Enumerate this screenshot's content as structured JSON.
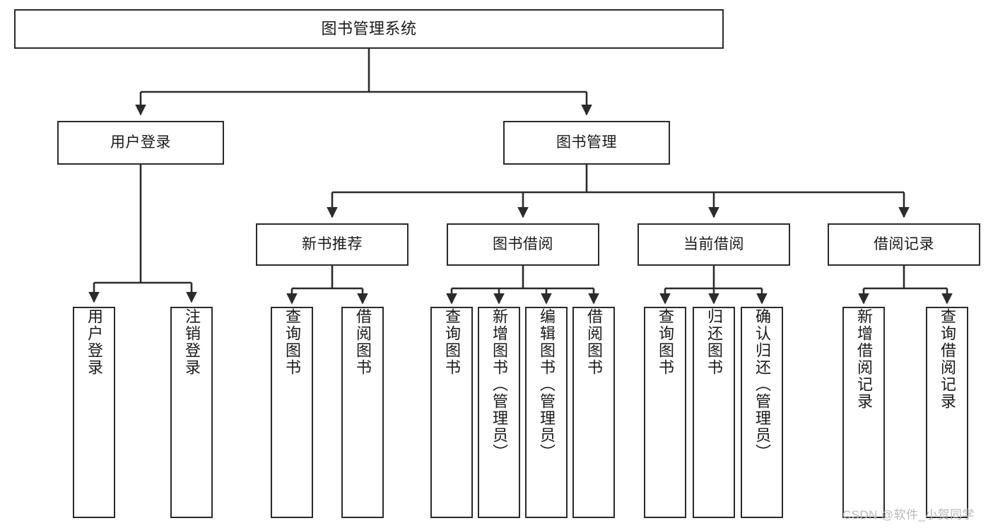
{
  "diagram": {
    "title": "图书管理系统",
    "type": "hierarchy-tree",
    "orientation": "top-down",
    "colors": {
      "box_border": "#2b2b2b",
      "box_fill": "#ffffff",
      "line": "#2b2b2b",
      "text": "#1a1a1a",
      "watermark": "#b9b9b9",
      "canvas": "#ffffff"
    },
    "levels": [
      {
        "level": 1,
        "nodes": [
          {
            "id": "root",
            "label": "图书管理系统",
            "orientation": "horizontal"
          }
        ]
      },
      {
        "level": 2,
        "nodes": [
          {
            "id": "user-login",
            "label": "用户登录",
            "orientation": "horizontal",
            "parent": "root"
          },
          {
            "id": "book-manage",
            "label": "图书管理",
            "orientation": "horizontal",
            "parent": "root"
          }
        ]
      },
      {
        "level": 3,
        "nodes": [
          {
            "id": "new-book-rec",
            "label": "新书推荐",
            "orientation": "horizontal",
            "parent": "book-manage"
          },
          {
            "id": "book-borrow",
            "label": "图书借阅",
            "orientation": "horizontal",
            "parent": "book-manage"
          },
          {
            "id": "current-borrow",
            "label": "当前借阅",
            "orientation": "horizontal",
            "parent": "book-manage"
          },
          {
            "id": "borrow-record",
            "label": "借阅记录",
            "orientation": "horizontal",
            "parent": "book-manage"
          }
        ]
      },
      {
        "level": 4,
        "nodes": [
          {
            "id": "leaf-user-login",
            "label": "用户登录",
            "orientation": "vertical",
            "parent": "user-login"
          },
          {
            "id": "leaf-logout",
            "label": "注销登录",
            "orientation": "vertical",
            "parent": "user-login"
          },
          {
            "id": "leaf-query-book-1",
            "label": "查询图书",
            "orientation": "vertical",
            "parent": "new-book-rec"
          },
          {
            "id": "leaf-borrow-book-1",
            "label": "借阅图书",
            "orientation": "vertical",
            "parent": "new-book-rec"
          },
          {
            "id": "leaf-query-book-2",
            "label": "查询图书",
            "orientation": "vertical",
            "parent": "book-borrow"
          },
          {
            "id": "leaf-add-book",
            "label": "新增图书（管理员）",
            "orientation": "vertical",
            "parent": "book-borrow"
          },
          {
            "id": "leaf-edit-book",
            "label": "编辑图书（管理员）",
            "orientation": "vertical",
            "parent": "book-borrow"
          },
          {
            "id": "leaf-borrow-book-2",
            "label": "借阅图书",
            "orientation": "vertical",
            "parent": "book-borrow"
          },
          {
            "id": "leaf-query-book-3",
            "label": "查询图书",
            "orientation": "vertical",
            "parent": "current-borrow"
          },
          {
            "id": "leaf-return-book",
            "label": "归还图书",
            "orientation": "vertical",
            "parent": "current-borrow"
          },
          {
            "id": "leaf-confirm-return",
            "label": "确认归还（管理员）",
            "orientation": "vertical",
            "parent": "current-borrow"
          },
          {
            "id": "leaf-add-record",
            "label": "新增借阅记录",
            "orientation": "vertical",
            "parent": "borrow-record"
          },
          {
            "id": "leaf-query-record",
            "label": "查询借阅记录",
            "orientation": "vertical",
            "parent": "borrow-record"
          }
        ]
      }
    ]
  },
  "watermark": {
    "text": "CSDN @软件_小贺同学"
  }
}
